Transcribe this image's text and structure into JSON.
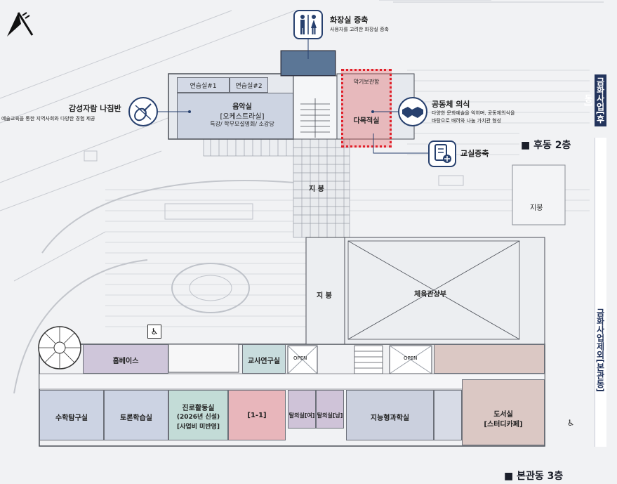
{
  "header": {
    "restroom_title": "화장실 증축",
    "restroom_desc": "사용자를 고려한 화장실 증축",
    "gamseong_title": "감성자람 나침반",
    "gamseong_desc": "예술교육을 통한 지역사회와 다양한 경험 제공",
    "community_title": "공동체 의식",
    "community_desc_1": "다양한 문화예술을 익히며, 공동체의식을",
    "community_desc_2": "바탕으로 배려와 나눔 가치관 형성",
    "classroom_add": "교실증축"
  },
  "rear_building": {
    "practice1": "연습실#1",
    "practice2": "연습실#2",
    "music_1": "음악실",
    "music_2": "[오케스트라실]",
    "music_3": "특강/ 학무모설명회/ 소강당",
    "instrument": "악기보관함",
    "multi": "다목적실",
    "legend": "■ 후동 2층"
  },
  "ground": {
    "jibung_top": "지 붕",
    "jibung_right": "지붕",
    "jibung_mid": "지 붕"
  },
  "main_building": {
    "gym_upper": "체육관상부",
    "homebase": "홈베이스",
    "teacher": "교사연구실",
    "open1": "OPEN",
    "open2": "OPEN",
    "math": "수학탐구실",
    "debate": "토론학습실",
    "career_1": "진로활동실",
    "career_2": "(2026년 신설)",
    "career_3": "[사업비 미반영]",
    "class11": "[1-1]",
    "lounge_f": "탈의실[여]",
    "lounge_m": "탈의실[남]",
    "intel": "지능형과학실",
    "library_1": "도서실",
    "library_2": "[스터디카페]",
    "legend": "■ 본관동 3층"
  },
  "side_bands": {
    "rear": "금화사업[후동]",
    "main": "금화사업제외[본관동]"
  },
  "icons": [
    "north-arrow-icon",
    "restroom-icon",
    "violin-icon",
    "handshake-icon",
    "document-add-icon",
    "wheelchair-icon"
  ],
  "colors": {
    "navy": "#23345c",
    "homebase": "#cfc6da",
    "teacher": "#c8dcdd",
    "career": "#c3dcd7",
    "class11": "#e8b6bb",
    "lounge": "#cfc3d8",
    "intel": "#cbd0de",
    "math": "#ccd3e3",
    "debate": "#ccd3e3",
    "library": "#dbc8c4",
    "music": "#cdd4e2",
    "highlight": "#e0202a"
  }
}
